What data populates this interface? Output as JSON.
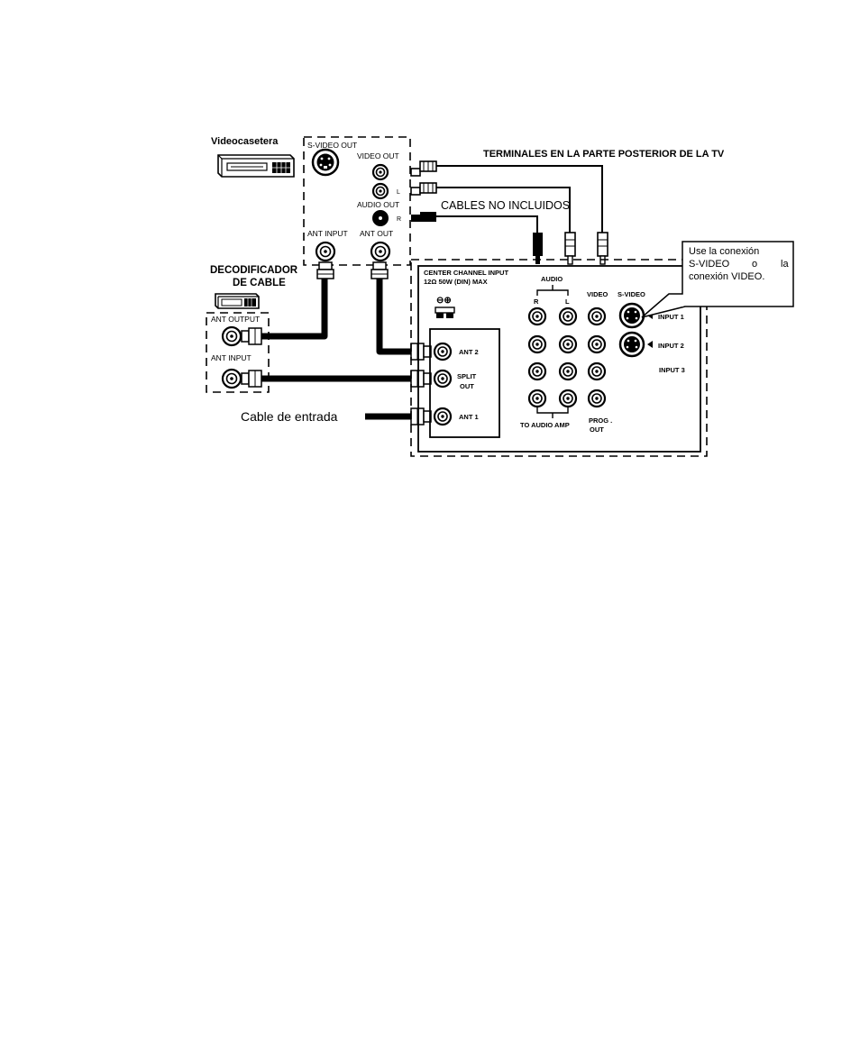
{
  "vcr": {
    "title": "Videocasetera",
    "svideo_out": "S-VIDEO OUT",
    "video_out": "VIDEO OUT",
    "audio_out": "AUDIO OUT",
    "l": "L",
    "r": "R",
    "ant_input": "ANT INPUT",
    "ant_out": "ANT OUT"
  },
  "decoder": {
    "title_line1": "DECODIFICADOR",
    "title_line2": "DE CABLE",
    "ant_output": "ANT OUTPUT",
    "ant_input": "ANT INPUT"
  },
  "labels": {
    "tv_terminals": "TERMINALES EN LA PARTE POSTERIOR DE LA TV",
    "cables_not_included": "CABLES NO INCLUIDOS",
    "cable_in": "Cable de entrada"
  },
  "callout": {
    "line1": "Use  la conexión",
    "line2a": "S-VIDEO",
    "line2b": "o",
    "line2c": "la",
    "line3": "conexión VIDEO."
  },
  "tv": {
    "center_channel_1": "CENTER CHANNEL INPUT",
    "center_channel_2": "12Ω   50W  (DIN) MAX",
    "polarity": "⊖⊕",
    "ant2": "ANT 2",
    "split1": "SPLIT",
    "split2": "OUT",
    "ant1": "ANT 1",
    "audio": "AUDIO",
    "r": "R",
    "l": "L",
    "video": "VIDEO",
    "svideo": "S-VIDEO",
    "input1": "INPUT 1",
    "input2": "INPUT 2",
    "input3": "INPUT 3",
    "to_audio_amp": "TO AUDIO AMP",
    "prog1": "PROG .",
    "prog2": "OUT"
  }
}
